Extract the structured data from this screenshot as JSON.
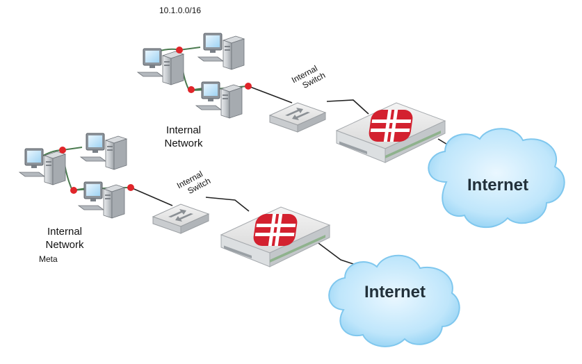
{
  "diagram": {
    "subnet_label": "10.1.0.0/16",
    "top_site": {
      "network_label_line1": "Internal",
      "network_label_line2": "Network",
      "switch_label_line1": "Internal",
      "switch_label_line2": "Switch",
      "cloud_label": "Internet"
    },
    "bottom_site": {
      "network_label_line1": "Internal",
      "network_label_line2": "Network",
      "meta_label": "Meta",
      "switch_label_line1": "Internal",
      "switch_label_line2": "Switch",
      "cloud_label": "Internet"
    },
    "colors": {
      "firewall_logo": "#d3212f",
      "node_dot": "#e0252a",
      "cloud_fill": "#bfe6fb",
      "cloud_stroke": "#7fc7ee",
      "cable": "#222222"
    }
  }
}
